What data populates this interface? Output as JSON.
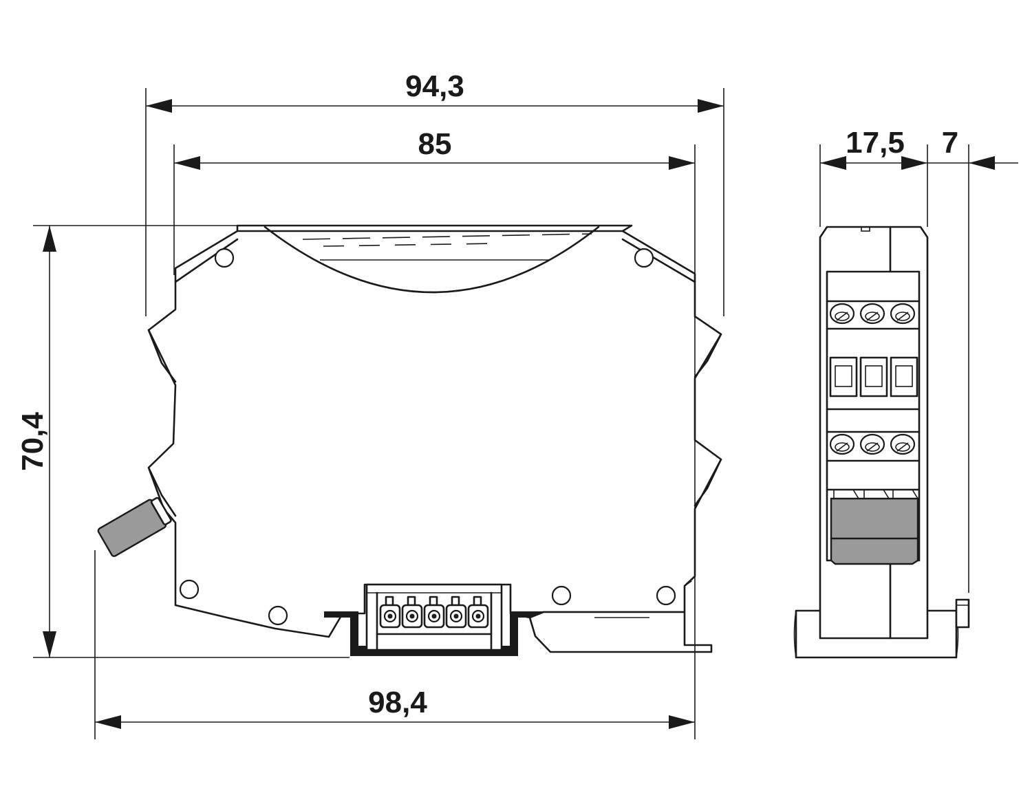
{
  "drawing": {
    "dimensions": {
      "width_total": "94,3",
      "width_housing": "85",
      "width_with_rail": "98,4",
      "height": "70,4",
      "depth": "17,5",
      "offset": "7"
    }
  }
}
